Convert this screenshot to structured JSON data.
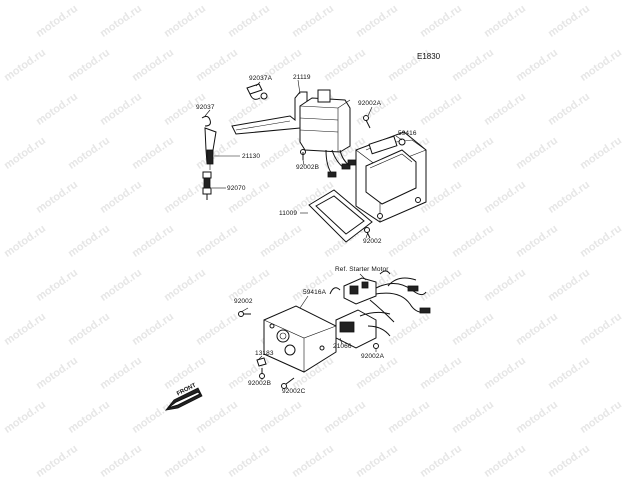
{
  "diagram": {
    "reference_code": "E1830",
    "watermark": "motod.ru",
    "front_label": "FRONT",
    "parts": [
      {
        "id": "p92037a",
        "number": "92037A"
      },
      {
        "id": "p21119",
        "number": "21119"
      },
      {
        "id": "p92037",
        "number": "92037"
      },
      {
        "id": "p92002a-top",
        "number": "92002A"
      },
      {
        "id": "p59416",
        "number": "59416"
      },
      {
        "id": "p21130",
        "number": "21130"
      },
      {
        "id": "p92002b-top",
        "number": "92002B"
      },
      {
        "id": "p92070",
        "number": "92070"
      },
      {
        "id": "p11009",
        "number": "11009"
      },
      {
        "id": "p92002-mid",
        "number": "92002"
      },
      {
        "id": "ref-starter",
        "number": "Ref. Starter Motor"
      },
      {
        "id": "p92002-low",
        "number": "92002"
      },
      {
        "id": "p59416a",
        "number": "59416A"
      },
      {
        "id": "p13183",
        "number": "13183"
      },
      {
        "id": "p21066",
        "number": "21066"
      },
      {
        "id": "p92002a-low",
        "number": "92002A"
      },
      {
        "id": "p92002b-low",
        "number": "92002B"
      },
      {
        "id": "p92002c",
        "number": "92002C"
      }
    ]
  }
}
